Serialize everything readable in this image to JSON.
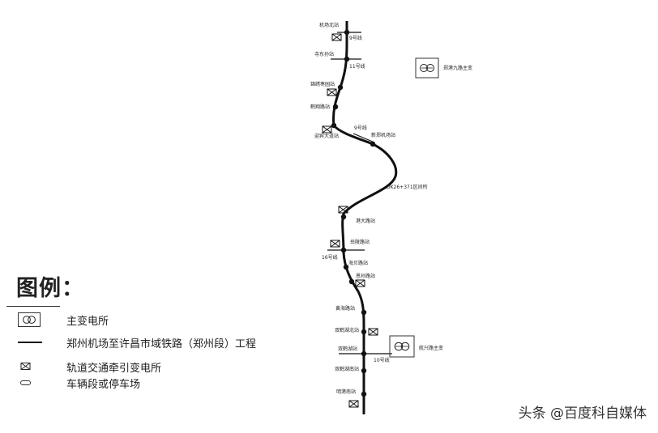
{
  "legend": {
    "title": "图例：",
    "items": [
      {
        "symbol": "main-substation",
        "label": "主变电所"
      },
      {
        "symbol": "line",
        "label": "郑州机场至许昌市域铁路（郑州段）工程"
      },
      {
        "symbol": "traction-substation",
        "label": "轨道交通牵引变电所"
      },
      {
        "symbol": "depot",
        "label": "车辆段或停车场"
      }
    ]
  },
  "map": {
    "stations": [
      {
        "name": "机场北站",
        "ts": true
      },
      {
        "name": "寺东孙站",
        "ts": false
      },
      {
        "name": "锦绣枣园站",
        "ts": true
      },
      {
        "name": "鹤翔路站",
        "ts": false
      },
      {
        "name": "迎宾大道站",
        "ts": true
      },
      {
        "name": "新郑机场站",
        "ts": false
      },
      {
        "name": "港大路站",
        "ts": true
      },
      {
        "name": "岳陵路站",
        "ts": true
      },
      {
        "name": "海贝路站",
        "ts": false
      },
      {
        "name": "恩孙路站",
        "ts": true
      },
      {
        "name": "黄海路站",
        "ts": false
      },
      {
        "name": "双鹤湖北站",
        "ts": true
      },
      {
        "name": "双鹤湖站",
        "ts": false
      },
      {
        "name": "双鹤湖南站",
        "ts": false
      },
      {
        "name": "明港南站",
        "ts": true
      }
    ],
    "transfer_lines": [
      "9号线",
      "11号线",
      "9号线",
      "16号线",
      "10号线"
    ],
    "section_label": "DK26+371区间所",
    "main_substations": [
      "郑港九路主变",
      "航兴路主变"
    ]
  },
  "watermark": "头条 @百度科自媒体",
  "colors": {
    "line": "#111111",
    "text": "#222222",
    "background": "#ffffff"
  }
}
